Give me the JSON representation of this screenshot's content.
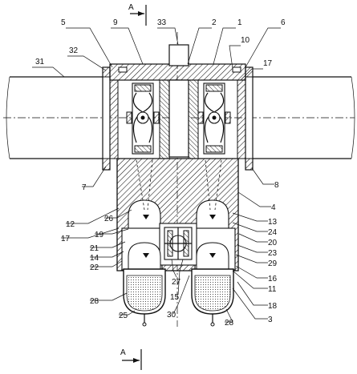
{
  "section_labels": {
    "top": "A",
    "bottom": "A"
  },
  "labels": [
    {
      "id": "5",
      "text": "5"
    },
    {
      "id": "9",
      "text": "9"
    },
    {
      "id": "33",
      "text": "33"
    },
    {
      "id": "2",
      "text": "2"
    },
    {
      "id": "1",
      "text": "1"
    },
    {
      "id": "6",
      "text": "6"
    },
    {
      "id": "32",
      "text": "32"
    },
    {
      "id": "10",
      "text": "10"
    },
    {
      "id": "31",
      "text": "31"
    },
    {
      "id": "17a",
      "text": "17"
    },
    {
      "id": "7",
      "text": "7"
    },
    {
      "id": "8",
      "text": "8"
    },
    {
      "id": "4",
      "text": "4"
    },
    {
      "id": "12",
      "text": "12"
    },
    {
      "id": "26",
      "text": "26"
    },
    {
      "id": "13",
      "text": "13"
    },
    {
      "id": "24",
      "text": "24"
    },
    {
      "id": "17b",
      "text": "17"
    },
    {
      "id": "19",
      "text": "19"
    },
    {
      "id": "20",
      "text": "20"
    },
    {
      "id": "21",
      "text": "21"
    },
    {
      "id": "23",
      "text": "23"
    },
    {
      "id": "14",
      "text": "14"
    },
    {
      "id": "29",
      "text": "29"
    },
    {
      "id": "22",
      "text": "22"
    },
    {
      "id": "16",
      "text": "16"
    },
    {
      "id": "27",
      "text": "27"
    },
    {
      "id": "11",
      "text": "11"
    },
    {
      "id": "15",
      "text": "15"
    },
    {
      "id": "28a",
      "text": "28"
    },
    {
      "id": "18",
      "text": "18"
    },
    {
      "id": "25",
      "text": "25"
    },
    {
      "id": "30",
      "text": "30"
    },
    {
      "id": "28b",
      "text": "28"
    },
    {
      "id": "3",
      "text": "3"
    }
  ]
}
